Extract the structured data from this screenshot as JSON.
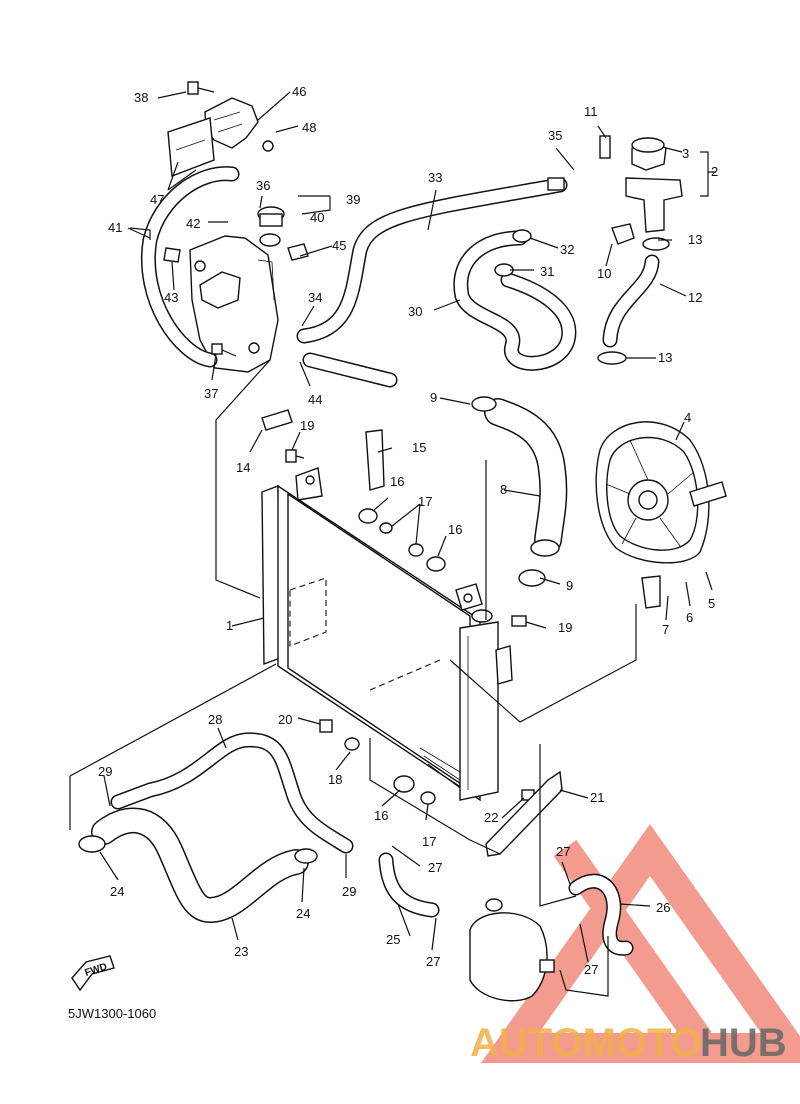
{
  "diagram": {
    "code": "5JW1300-1060",
    "fwd_label": "FWD",
    "callouts": [
      "1",
      "2",
      "3",
      "4",
      "5",
      "6",
      "7",
      "8",
      "9",
      "9",
      "10",
      "11",
      "12",
      "13",
      "13",
      "14",
      "15",
      "16",
      "16",
      "16",
      "17",
      "17",
      "18",
      "19",
      "19",
      "20",
      "21",
      "22",
      "23",
      "24",
      "24",
      "25",
      "26",
      "27",
      "27",
      "27",
      "27",
      "28",
      "29",
      "29",
      "30",
      "31",
      "32",
      "33",
      "34",
      "35",
      "36",
      "37",
      "38",
      "39",
      "40",
      "41",
      "42",
      "43",
      "44",
      "45",
      "46",
      "47",
      "48"
    ]
  },
  "watermark": {
    "brand_part1": "AUTOMOTO",
    "brand_part2": "HUB",
    "color_primary": "#f07a6a",
    "color_secondary": "#f2b04a",
    "color_dark": "#666666"
  }
}
